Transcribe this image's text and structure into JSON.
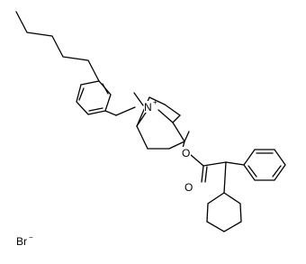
{
  "molecule": {
    "atoms": {
      "nitrogen": {
        "symbol": "N",
        "charge": "+"
      },
      "ester_oxygen": {
        "symbol": "O"
      },
      "carbonyl_oxygen": {
        "symbol": "O"
      }
    },
    "counterion": {
      "symbol": "Br",
      "charge": "−"
    }
  }
}
